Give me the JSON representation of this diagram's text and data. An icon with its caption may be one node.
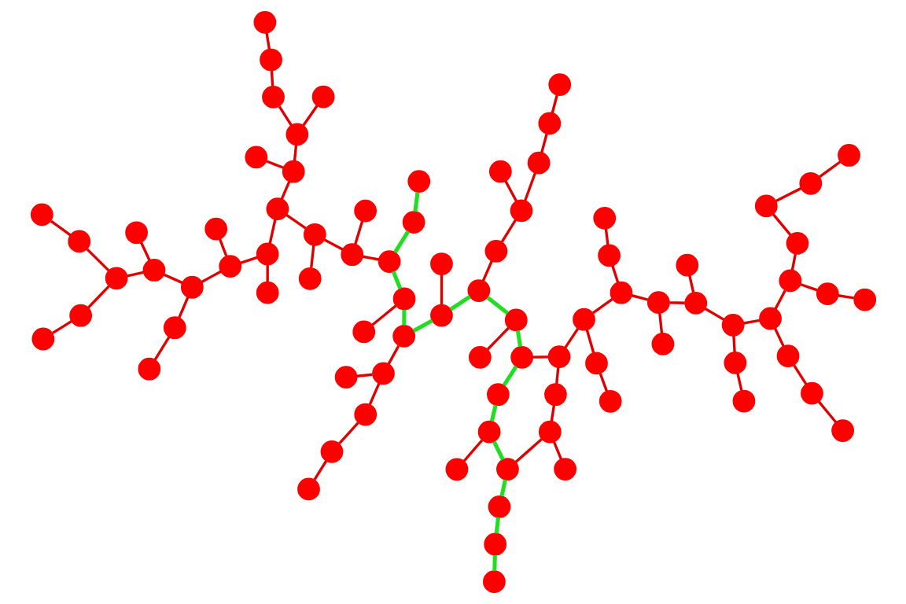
{
  "diagram": {
    "nodes": [
      {
        "text": [],
        "shape": "circle"
      },
      {
        "text": [],
        "shape": "circle"
      },
      {
        "text": [],
        "shape": "circle"
      },
      {
        "text": [],
        "shape": "circle"
      },
      {
        "text": [],
        "shape": "circle"
      },
      {
        "text": [],
        "shape": "circle"
      },
      {
        "text": [],
        "shape": "circle"
      },
      {
        "text": [],
        "shape": "circle"
      },
      {
        "text": [],
        "shape": "circle"
      },
      {
        "text": [],
        "shape": "circle"
      },
      {
        "text": [],
        "shape": "circle"
      },
      {
        "text": [],
        "shape": "circle"
      },
      {
        "text": [],
        "shape": "circle"
      },
      {
        "text": [],
        "shape": "circle"
      },
      {
        "text": [],
        "shape": "circle"
      },
      {
        "text": [],
        "shape": "circle"
      },
      {
        "text": [],
        "shape": "circle"
      },
      {
        "text": [],
        "shape": "circle"
      },
      {
        "text": [],
        "shape": "circle"
      },
      {
        "text": [],
        "shape": "circle"
      },
      {
        "text": [],
        "shape": "circle"
      },
      {
        "text": [],
        "shape": "circle"
      },
      {
        "text": [],
        "shape": "circle"
      },
      {
        "text": [],
        "shape": "circle"
      },
      {
        "text": [],
        "shape": "circle"
      },
      {
        "text": [],
        "shape": "circle"
      },
      {
        "text": [],
        "shape": "circle"
      },
      {
        "text": [],
        "shape": "circle"
      },
      {
        "text": [],
        "shape": "circle"
      },
      {
        "text": [],
        "shape": "circle"
      },
      {
        "text": [],
        "shape": "circle"
      },
      {
        "text": [],
        "shape": "circle"
      },
      {
        "text": [],
        "shape": "circle"
      },
      {
        "text": [],
        "shape": "circle"
      },
      {
        "text": [],
        "shape": "circle"
      },
      {
        "text": [],
        "shape": "circle"
      },
      {
        "text": [],
        "shape": "circle"
      },
      {
        "text": [],
        "shape": "circle"
      },
      {
        "text": [],
        "shape": "circle"
      },
      {
        "text": [],
        "shape": "circle"
      },
      {
        "text": [],
        "shape": "circle"
      },
      {
        "text": [],
        "shape": "circle"
      },
      {
        "text": [],
        "shape": "circle"
      },
      {
        "text": [],
        "shape": "circle"
      },
      {
        "text": [],
        "shape": "circle"
      },
      {
        "text": [],
        "shape": "circle"
      },
      {
        "text": [],
        "shape": "circle"
      },
      {
        "text": [],
        "shape": "circle"
      },
      {
        "text": [],
        "shape": "circle"
      },
      {
        "text": [],
        "shape": "circle"
      },
      {
        "text": [],
        "shape": "circle"
      },
      {
        "text": [],
        "shape": "circle"
      },
      {
        "text": [],
        "shape": "circle"
      },
      {
        "text": [],
        "shape": "circle"
      },
      {
        "text": [],
        "shape": "circle"
      },
      {
        "text": [],
        "shape": "circle"
      },
      {
        "text": [],
        "shape": "circle"
      },
      {
        "text": [],
        "shape": "circle"
      },
      {
        "text": [],
        "shape": "circle"
      },
      {
        "text": [],
        "shape": "circle"
      },
      {
        "text": [],
        "shape": "circle"
      },
      {
        "text": [],
        "shape": "circle"
      },
      {
        "text": [],
        "shape": "circle"
      },
      {
        "text": [],
        "shape": "circle"
      },
      {
        "text": [],
        "shape": "circle"
      },
      {
        "text": [],
        "shape": "circle"
      },
      {
        "text": [],
        "shape": "circle"
      },
      {
        "text": [],
        "shape": "circle"
      },
      {
        "text": [],
        "shape": "circle"
      },
      {
        "text": [],
        "shape": "circle"
      },
      {
        "text": [],
        "shape": "circle"
      },
      {
        "text": [],
        "shape": "circle"
      },
      {
        "text": [],
        "shape": "circle"
      },
      {
        "text": [],
        "shape": "circle"
      },
      {
        "text": [],
        "shape": "circle"
      },
      {
        "text": [],
        "shape": "circle"
      },
      {
        "text": [],
        "shape": "circle"
      },
      {
        "text": [],
        "shape": "circle"
      },
      {
        "text": [],
        "shape": "circle"
      },
      {
        "text": [],
        "shape": "circle"
      },
      {
        "text": [],
        "shape": "circle"
      },
      {
        "text": [],
        "shape": "circle"
      },
      {
        "text": [],
        "shape": "circle"
      },
      {
        "text": [],
        "shape": "circle"
      }
    ],
    "edges": [
      {
        "from": 0,
        "to": 1,
        "arrow": "none"
      },
      {
        "from": 1,
        "to": 2,
        "arrow": "none"
      },
      {
        "from": 2,
        "to": 4,
        "arrow": "none"
      },
      {
        "from": 3,
        "to": 4,
        "arrow": "none"
      },
      {
        "from": 4,
        "to": 5,
        "arrow": "none"
      },
      {
        "from": 5,
        "to": 6,
        "arrow": "none",
        "color": "#22dd22"
      },
      {
        "from": 6,
        "to": 7,
        "arrow": "none",
        "color": "#22dd22"
      },
      {
        "from": 7,
        "to": 8,
        "arrow": "none",
        "color": "#22dd22"
      },
      {
        "from": 8,
        "to": 9,
        "arrow": "none",
        "color": "#22dd22"
      },
      {
        "from": 9,
        "to": 10,
        "arrow": "none"
      },
      {
        "from": 10,
        "to": 11,
        "arrow": "none"
      },
      {
        "from": 11,
        "to": 12,
        "arrow": "none"
      },
      {
        "from": 12,
        "to": 13,
        "arrow": "none"
      },
      {
        "from": 13,
        "to": 14,
        "arrow": "none"
      },
      {
        "from": 14,
        "to": 15,
        "arrow": "none"
      },
      {
        "from": 15,
        "to": 16,
        "arrow": "none"
      },
      {
        "from": 16,
        "to": 17,
        "arrow": "none"
      },
      {
        "from": 18,
        "to": 19,
        "arrow": "none"
      },
      {
        "from": 19,
        "to": 12,
        "arrow": "none"
      },
      {
        "from": 20,
        "to": 17,
        "arrow": "none"
      },
      {
        "from": 20,
        "to": 21,
        "arrow": "none"
      },
      {
        "from": 6,
        "to": 22,
        "arrow": "none"
      },
      {
        "from": 7,
        "to": 23,
        "arrow": "none"
      },
      {
        "from": 23,
        "to": 25,
        "arrow": "none"
      },
      {
        "from": 24,
        "to": 25,
        "arrow": "none"
      },
      {
        "from": 25,
        "to": 26,
        "arrow": "none"
      },
      {
        "from": 26,
        "to": 28,
        "arrow": "none"
      },
      {
        "from": 27,
        "to": 28,
        "arrow": "none"
      },
      {
        "from": 8,
        "to": 29,
        "arrow": "none"
      },
      {
        "from": 11,
        "to": 30,
        "arrow": "none"
      },
      {
        "from": 30,
        "to": 31,
        "arrow": "none"
      },
      {
        "from": 13,
        "to": 32,
        "arrow": "none"
      },
      {
        "from": 14,
        "to": 33,
        "arrow": "none"
      },
      {
        "from": 15,
        "to": 34,
        "arrow": "none"
      },
      {
        "from": 34,
        "to": 35,
        "arrow": "none"
      },
      {
        "from": 10,
        "to": 36,
        "arrow": "none"
      },
      {
        "from": 36,
        "to": 37,
        "arrow": "none"
      },
      {
        "from": 37,
        "to": 38,
        "arrow": "none"
      },
      {
        "from": 37,
        "to": 56,
        "arrow": "none"
      },
      {
        "from": 39,
        "to": 40,
        "arrow": "none"
      },
      {
        "from": 5,
        "to": 40,
        "arrow": "none",
        "color": "#22dd22"
      },
      {
        "from": 40,
        "to": 44,
        "arrow": "none",
        "color": "#22dd22"
      },
      {
        "from": 44,
        "to": 42,
        "arrow": "none",
        "color": "#22dd22"
      },
      {
        "from": 42,
        "to": 41,
        "arrow": "none",
        "color": "#22dd22"
      },
      {
        "from": 44,
        "to": 45,
        "arrow": "none"
      },
      {
        "from": 43,
        "to": 45,
        "arrow": "none"
      },
      {
        "from": 45,
        "to": 49,
        "arrow": "none"
      },
      {
        "from": 9,
        "to": 46,
        "arrow": "none",
        "color": "#22dd22"
      },
      {
        "from": 16,
        "to": 47,
        "arrow": "none"
      },
      {
        "from": 47,
        "to": 48,
        "arrow": "none"
      },
      {
        "from": 48,
        "to": 51,
        "arrow": "none"
      },
      {
        "from": 49,
        "to": 50,
        "arrow": "none"
      },
      {
        "from": 49,
        "to": 59,
        "arrow": "none"
      },
      {
        "from": 46,
        "to": 55,
        "arrow": "none",
        "color": "#22dd22"
      },
      {
        "from": 55,
        "to": 56,
        "arrow": "none",
        "color": "#22dd22"
      },
      {
        "from": 56,
        "to": 57,
        "arrow": "none",
        "color": "#22dd22"
      },
      {
        "from": 47,
        "to": 58,
        "arrow": "none"
      },
      {
        "from": 59,
        "to": 60,
        "arrow": "none"
      },
      {
        "from": 60,
        "to": 61,
        "arrow": "none"
      },
      {
        "from": 61,
        "to": 52,
        "arrow": "none"
      },
      {
        "from": 61,
        "to": 62,
        "arrow": "none"
      },
      {
        "from": 58,
        "to": 63,
        "arrow": "none"
      },
      {
        "from": 63,
        "to": 64,
        "arrow": "none"
      },
      {
        "from": 65,
        "to": 66,
        "arrow": "none"
      },
      {
        "from": 66,
        "to": 67,
        "arrow": "none"
      },
      {
        "from": 67,
        "to": 68,
        "arrow": "none"
      },
      {
        "from": 68,
        "to": 69,
        "arrow": "none"
      },
      {
        "from": 69,
        "to": 70,
        "arrow": "none"
      },
      {
        "from": 53,
        "to": 67,
        "arrow": "none"
      },
      {
        "from": 54,
        "to": 69,
        "arrow": "none"
      },
      {
        "from": 59,
        "to": 70,
        "arrow": "none"
      },
      {
        "from": 62,
        "to": 71,
        "arrow": "none"
      },
      {
        "from": 71,
        "to": 72,
        "arrow": "none"
      },
      {
        "from": 55,
        "to": 73,
        "arrow": "none"
      },
      {
        "from": 57,
        "to": 74,
        "arrow": "none",
        "color": "#22dd22"
      },
      {
        "from": 74,
        "to": 75,
        "arrow": "none",
        "color": "#22dd22"
      },
      {
        "from": 64,
        "to": 76,
        "arrow": "none"
      },
      {
        "from": 65,
        "to": 77,
        "arrow": "none"
      },
      {
        "from": 60,
        "to": 78,
        "arrow": "none"
      },
      {
        "from": 66,
        "to": 79,
        "arrow": "none"
      },
      {
        "from": 79,
        "to": 80,
        "arrow": "none"
      },
      {
        "from": 68,
        "to": 81,
        "arrow": "none"
      },
      {
        "from": 81,
        "to": 82,
        "arrow": "none"
      },
      {
        "from": 70,
        "to": 83,
        "arrow": "none"
      }
    ]
  }
}
